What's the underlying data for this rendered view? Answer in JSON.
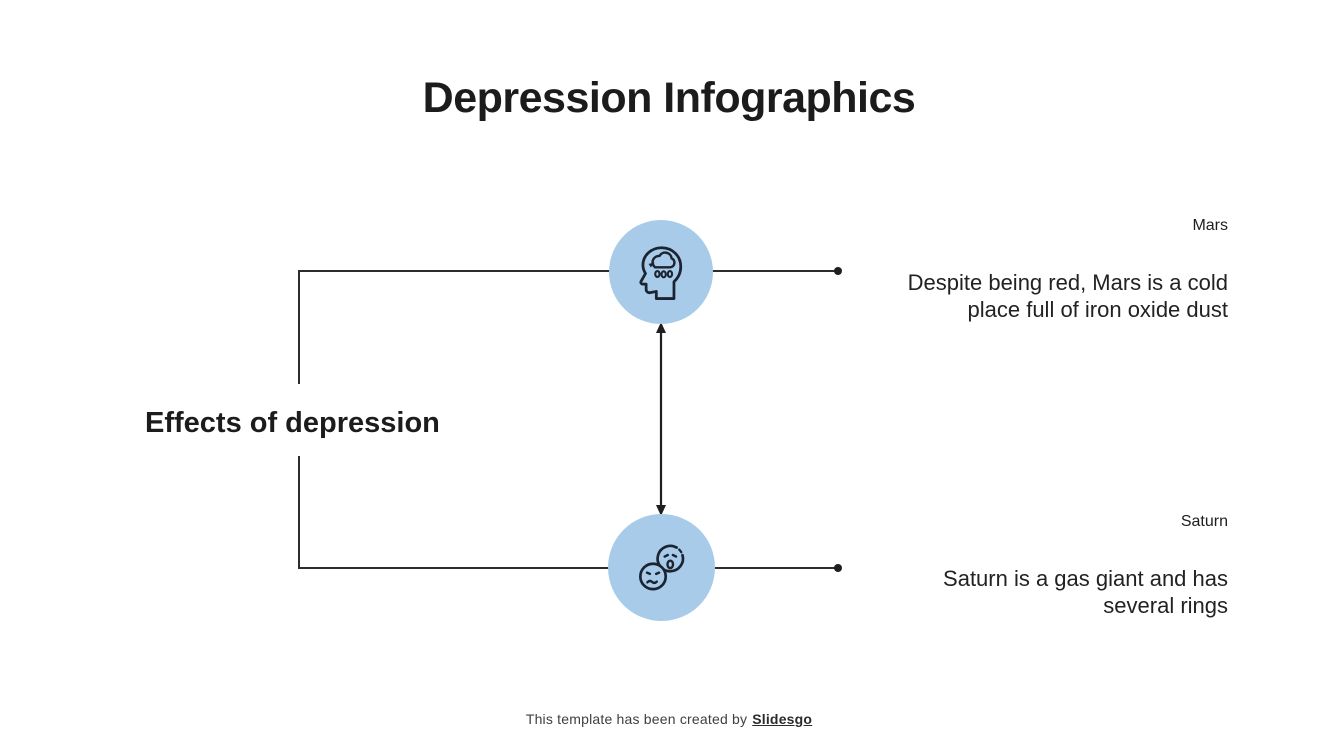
{
  "slide": {
    "title": "Depression Infographics",
    "diagram": {
      "left_label": "Effects of depression",
      "nodes": [
        {
          "icon": "head-with-rain-cloud-icon",
          "links_to": "Mars"
        },
        {
          "icon": "sad-faces-icon",
          "links_to": "Saturn"
        }
      ],
      "connector": "bidirectional-arrow"
    },
    "items": [
      {
        "heading": "Mars",
        "lines": [
          "Despite being red, Mars is a cold",
          "place full of iron oxide dust"
        ]
      },
      {
        "heading": "Saturn",
        "lines": [
          "Saturn is a gas giant and has",
          "several rings"
        ]
      }
    ],
    "footer": {
      "prefix": "This template has been created by",
      "brand": "Slidesgo"
    },
    "colors": {
      "accent_blue": "#a7cbe9",
      "icon_stroke": "#1b2430",
      "line": "#2d2d2d",
      "text": "#1c1c1c",
      "footer_text": "#3f3f3f"
    }
  }
}
